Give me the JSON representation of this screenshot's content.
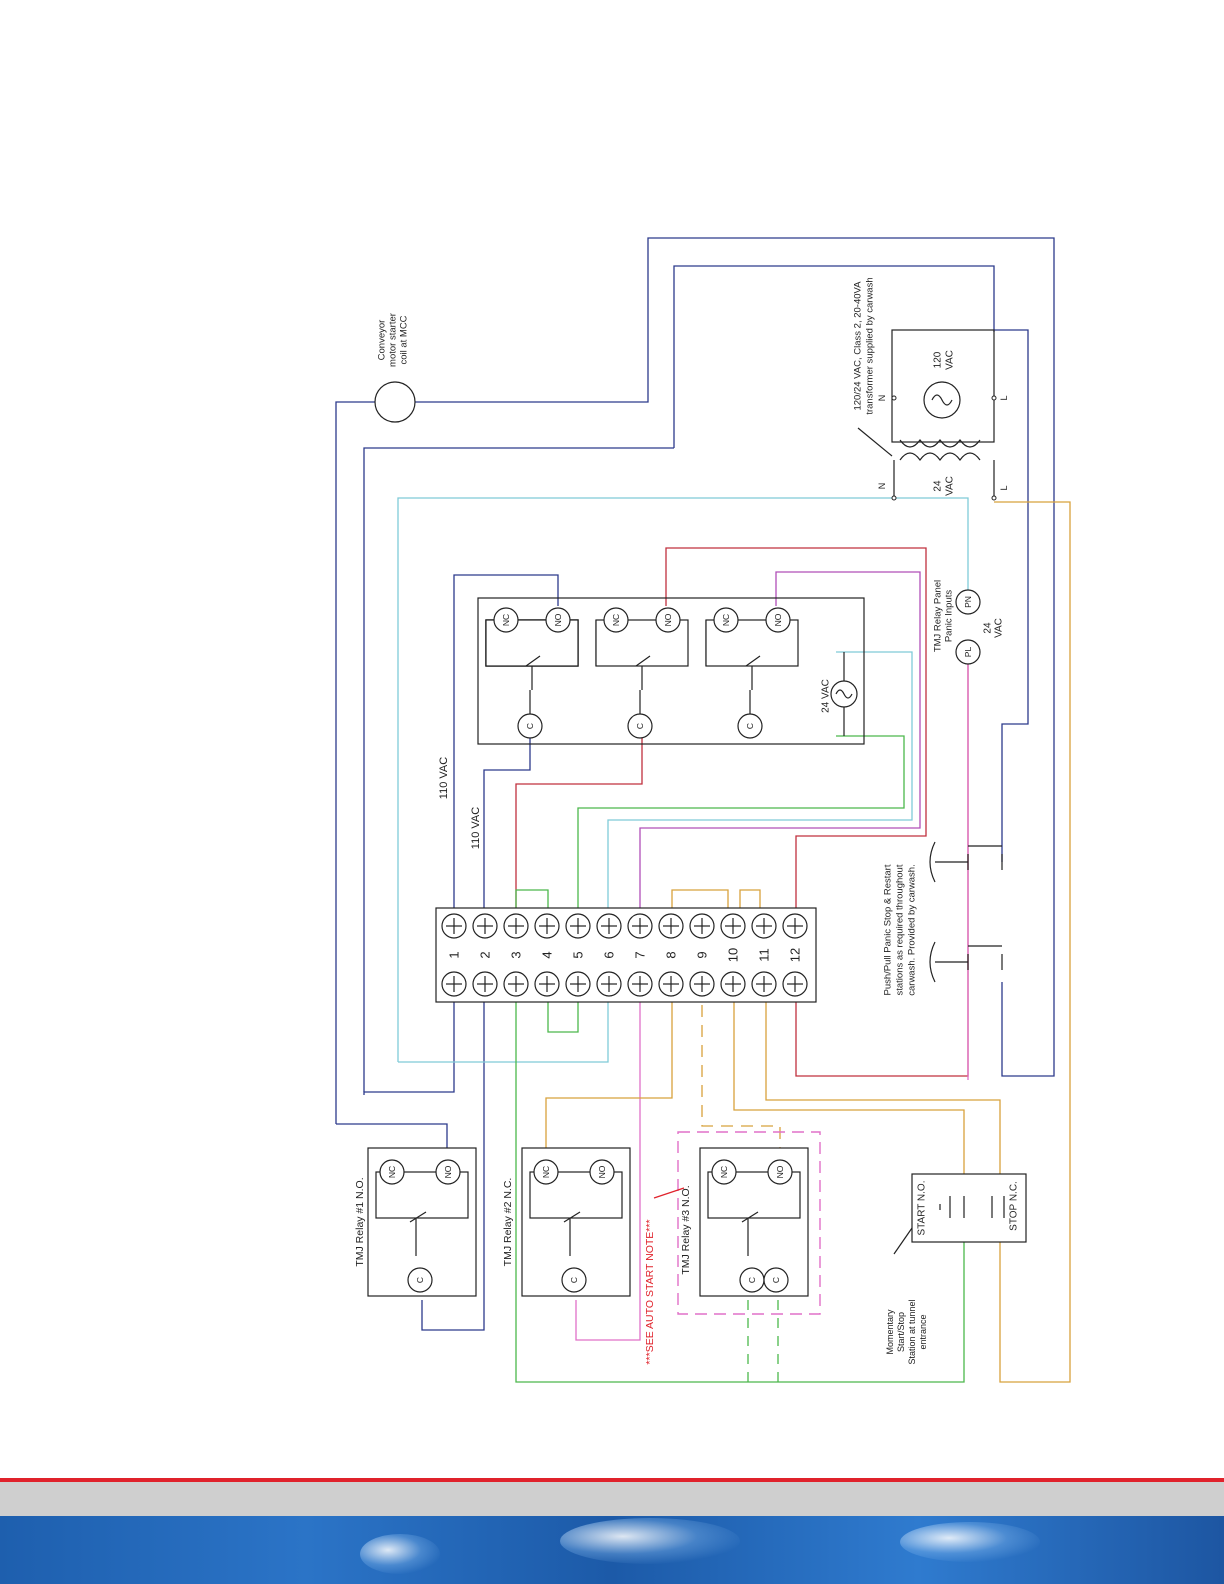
{
  "diagram": {
    "conveyor_label": [
      "Conveyor",
      "motor starter",
      "coil at MCC"
    ],
    "transformer_label": [
      "120/24 VAC, Class 2, 20-40VA",
      "transformer supplied by carwash"
    ],
    "primary_voltage": [
      "120",
      "VAC"
    ],
    "secondary_voltage": [
      "24",
      "VAC"
    ],
    "neutral_label": "N",
    "line_label": "L",
    "relay_panel_label": [
      "TMJ Relay Panel",
      "Panic Inputs"
    ],
    "panic_input_pl": "PL",
    "panic_input_pn": "PN",
    "panic_voltage": [
      "24",
      "VAC"
    ],
    "nc_label": "NC",
    "no_label": "NO",
    "c_label": "C",
    "panel_supply": "24 VAC",
    "wire_110a": "110 VAC",
    "wire_110b": "110 VAC",
    "terminal_numbers": [
      "1",
      "2",
      "3",
      "4",
      "5",
      "6",
      "7",
      "8",
      "9",
      "10",
      "11",
      "12"
    ],
    "panic_stations_label": [
      "Push/Pull Panic Stop & Restart",
      "stations as required throughout",
      "carwash. Provided by carwash."
    ],
    "relay1_label": "TMJ Relay #1  N.O.",
    "relay2_label": "TMJ Relay #2  N.C.",
    "relay3_label": "TMJ Relay #3  N.O.",
    "auto_start_note": "***SEE AUTO START NOTE***",
    "start_switch": "START N.O.",
    "stop_switch": "STOP N.C.",
    "station_label": [
      "Momentary",
      "Start/Stop",
      "Station at tunnel",
      "entrance"
    ]
  },
  "colors": {
    "navy": "#2c3a8c",
    "cyan": "#7fcbd8",
    "red": "#c0303e",
    "magenta": "#b04fb8",
    "pink": "#e070c8",
    "green": "#4cb84c",
    "orange": "#d8a23c",
    "grey": "#777777",
    "note_red": "#e0222b"
  },
  "footer": {
    "accent_red": "#e0222b",
    "band_grey": "#cfcfcf",
    "band_blue": "#2b74c7"
  }
}
